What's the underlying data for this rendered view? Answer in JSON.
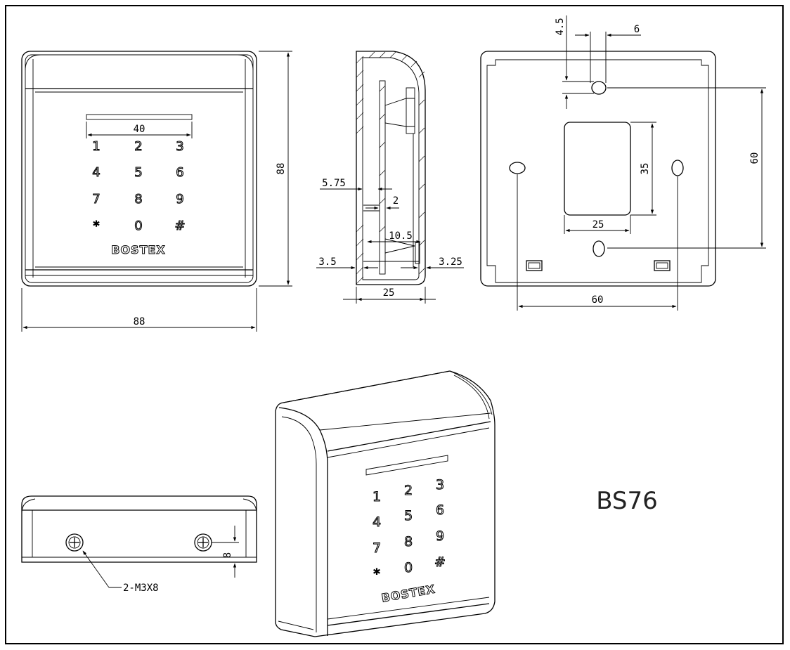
{
  "model": "BS76",
  "brand": "BOSTEX",
  "keypad": [
    "1",
    "2",
    "3",
    "4",
    "5",
    "6",
    "7",
    "8",
    "9",
    "*",
    "0",
    "#"
  ],
  "front_view": {
    "dim_width": "88",
    "dim_height": "88",
    "dim_slot": "40"
  },
  "side_view": {
    "dim_5_75": "5.75",
    "dim_2": "2",
    "dim_10_5": "10.5",
    "dim_3_5": "3.5",
    "dim_3_25": "3.25",
    "dim_25": "25"
  },
  "back_view": {
    "dim_4_5": "4.5",
    "dim_6": "6",
    "dim_60_v": "60",
    "dim_35": "35",
    "dim_25": "25",
    "dim_60_h": "60"
  },
  "bottom_view": {
    "dim_8": "8",
    "screw_label": "2-M3X8"
  }
}
